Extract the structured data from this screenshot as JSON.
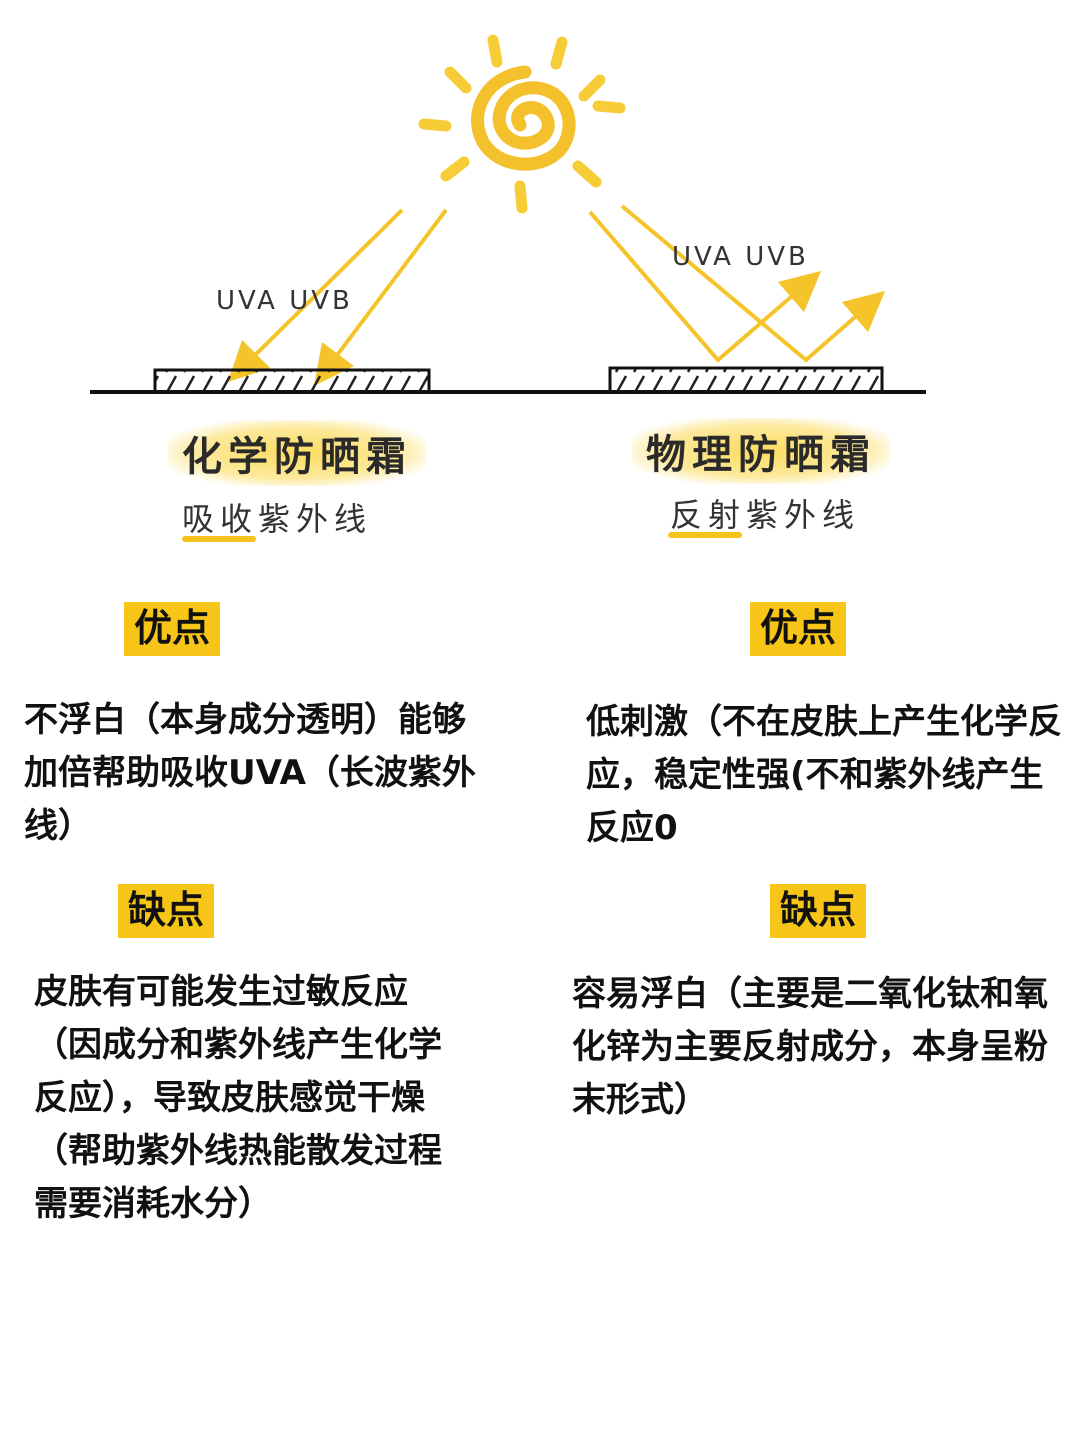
{
  "colors": {
    "accent_yellow": "#f6c518",
    "sun_yellow": "#f8cd2a",
    "text": "#111111"
  },
  "left": {
    "uv_label": "UVA UVB",
    "title": "化学防晒霜",
    "subtitle": "吸收紫外线",
    "pros_tag": "优点",
    "pros_text": "不浮白（本身成分透明）能够加倍帮助吸收UVA（长波紫外线）",
    "cons_tag": "缺点",
    "cons_text": "皮肤有可能发生过敏反应（因成分和紫外线产生化学反应），导致皮肤感觉干燥（帮助紫外线热能散发过程需要消耗水分）"
  },
  "right": {
    "uv_label": "UVA UVB",
    "title": "物理防晒霜",
    "subtitle": "反射紫外线",
    "pros_tag": "优点",
    "pros_text": "低刺激（不在皮肤上产生化学反应，稳定性强(不和紫外线产生反应0",
    "cons_tag": "缺点",
    "cons_text": "容易浮白（主要是二氧化钛和氧化锌为主要反射成分，本身呈粉末形式）"
  }
}
